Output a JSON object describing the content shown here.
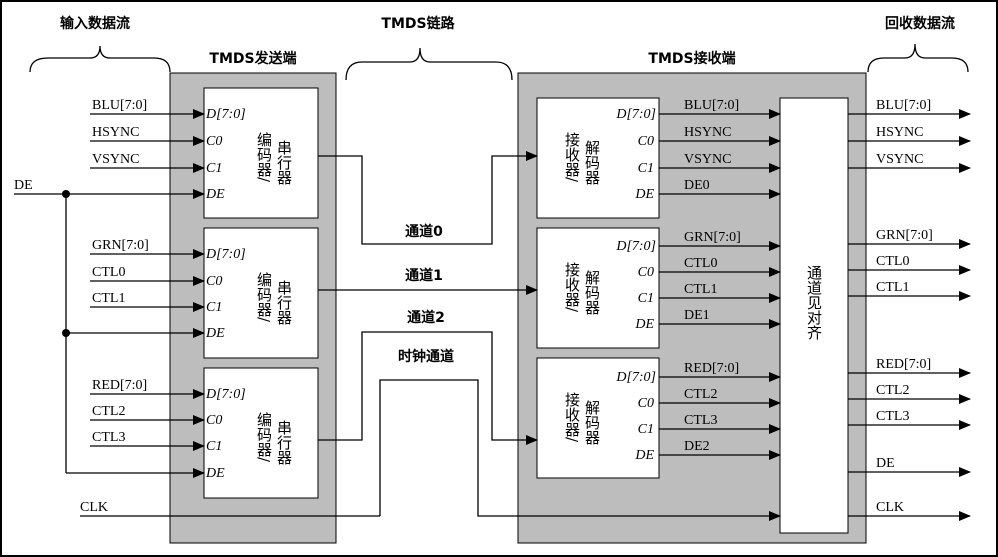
{
  "colors": {
    "panel": "#bdbdbd",
    "box": "#ffffff",
    "line": "#000000"
  },
  "labels": {
    "input_stream": "输入数据流",
    "tmds_link": "TMDS链路",
    "recovered_stream": "回收数据流",
    "transmitter": "TMDS发送端",
    "receiver": "TMDS接收端"
  },
  "inputs": {
    "blu": "BLU[7:0]",
    "hsync": "HSYNC",
    "vsync": "VSYNC",
    "de": "DE",
    "grn": "GRN[7:0]",
    "ctl0": "CTL0",
    "ctl1": "CTL1",
    "red": "RED[7:0]",
    "ctl2": "CTL2",
    "ctl3": "CTL3",
    "clk": "CLK"
  },
  "ports": {
    "d": "D[7:0]",
    "c0": "C0",
    "c1": "C1",
    "de": "DE"
  },
  "encoders": [
    {
      "l1": "编码器/",
      "l2": "串行器"
    },
    {
      "l1": "编码器/",
      "l2": "串行器"
    },
    {
      "l1": "编码器/",
      "l2": "串行器"
    }
  ],
  "decoders": [
    {
      "l1": "接收器/",
      "l2": "解码器"
    },
    {
      "l1": "接收器/",
      "l2": "解码器"
    },
    {
      "l1": "接收器/",
      "l2": "解码器"
    }
  ],
  "channels": {
    "ch0": "通道0",
    "ch1": "通道1",
    "ch2": "通道2",
    "clk": "时钟通道"
  },
  "aligner": "通道见对齐",
  "mid_signals": [
    [
      "BLU[7:0]",
      "HSYNC",
      "VSYNC",
      "DE0"
    ],
    [
      "GRN[7:0]",
      "CTL0",
      "CTL1",
      "DE1"
    ],
    [
      "RED[7:0]",
      "CTL2",
      "CTL3",
      "DE2"
    ]
  ],
  "outputs": {
    "blu": "BLU[7:0]",
    "hsync": "HSYNC",
    "vsync": "VSYNC",
    "grn": "GRN[7:0]",
    "ctl0": "CTL0",
    "ctl1": "CTL1",
    "red": "RED[7:0]",
    "ctl2": "CTL2",
    "ctl3": "CTL3",
    "de": "DE",
    "clk": "CLK"
  }
}
